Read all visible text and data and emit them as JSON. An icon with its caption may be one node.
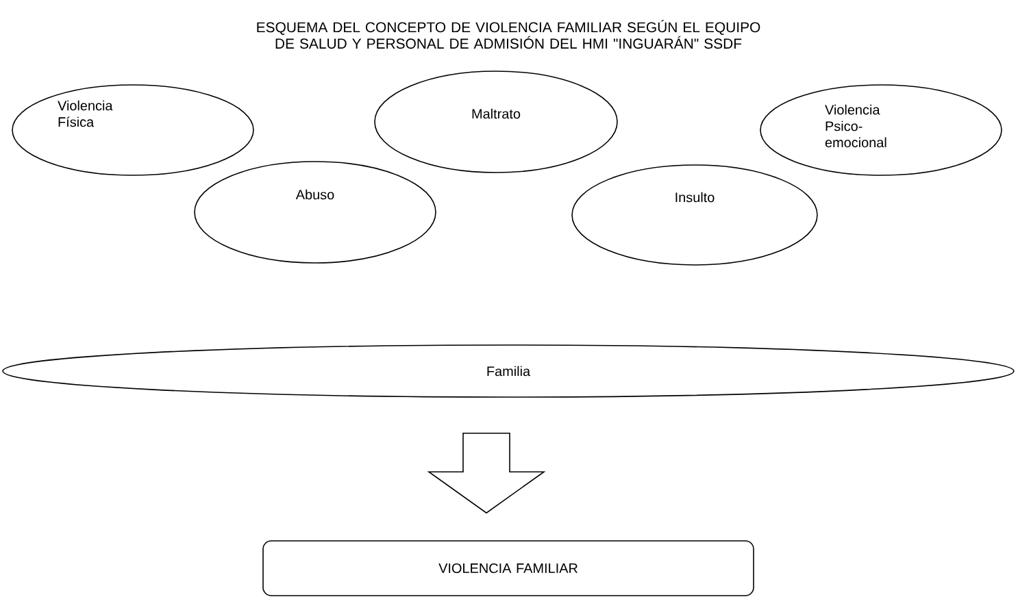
{
  "diagram": {
    "title": "ESQUEMA DEL CONCEPTO DE VIOLENCIA FAMILIAR SEGÚN EL EQUIPO DE SALUD Y PERSONAL DE ADMISIÓN DEL HMI \"INGUARÁN\" SSDF",
    "nodes": [
      {
        "text": [
          "Violencia Física"
        ]
      },
      {
        "text": [
          "Maltrato"
        ]
      },
      {
        "text": [
          "Violencia Psico-emocional"
        ]
      },
      {
        "text": [
          "Abuso"
        ]
      },
      {
        "text": [
          "Insulto"
        ]
      },
      {
        "text": [
          "Familia"
        ]
      },
      {
        "text": [
          "VIOLENCIA FAMILIAR"
        ]
      }
    ],
    "edges": [
      {
        "from": 5,
        "to": 6,
        "arrow": "to"
      }
    ]
  }
}
